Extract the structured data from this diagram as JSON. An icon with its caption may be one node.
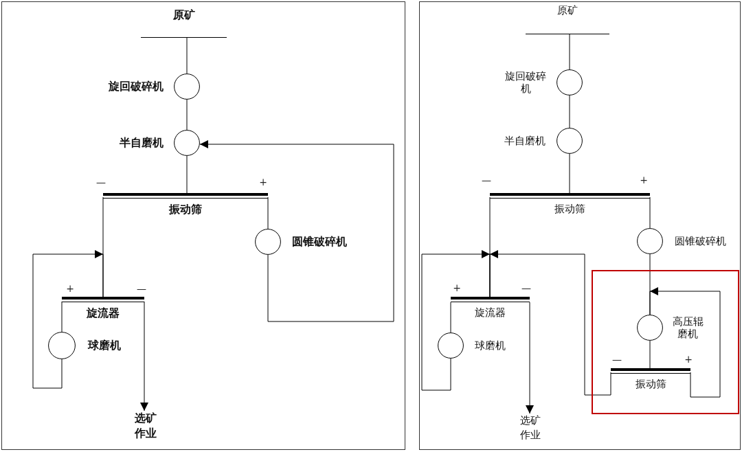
{
  "diagram": {
    "nodes": [
      {
        "text": [],
        "shape": "box"
      },
      {
        "text": [
          "原矿"
        ],
        "in": 0
      },
      {
        "text": [
          "旋回破碎机"
        ],
        "in": 0
      },
      {
        "text": [
          "半自磨机"
        ],
        "in": 0
      },
      {
        "text": [
          "振动筛"
        ],
        "beside": [
          "—",
          "+"
        ],
        "in": 0
      },
      {
        "text": [
          "圆锥破碎机"
        ],
        "in": 0
      },
      {
        "text": [
          "旋流器"
        ],
        "beside": [
          "+",
          "—"
        ],
        "in": 0
      },
      {
        "text": [
          "球磨机"
        ],
        "in": 0
      },
      {
        "text": [
          "选矿作业"
        ],
        "in": 0
      },
      {
        "text": [],
        "shape": "box"
      },
      {
        "text": [
          "原矿"
        ],
        "in": 9
      },
      {
        "text": [
          "旋回破碎机"
        ],
        "in": 9
      },
      {
        "text": [
          "半自磨机"
        ],
        "in": 9
      },
      {
        "text": [
          "振动筛"
        ],
        "beside": [
          "—",
          "+"
        ],
        "in": 9
      },
      {
        "text": [
          "圆锥破碎机"
        ],
        "in": 9
      },
      {
        "text": [
          "旋流器"
        ],
        "beside": [
          "+",
          "—"
        ],
        "in": 9
      },
      {
        "text": [
          "球磨机"
        ],
        "in": 9
      },
      {
        "text": [
          "选矿作业"
        ],
        "in": 9
      },
      {
        "text": [],
        "shape": "box",
        "in": 9
      },
      {
        "text": [
          "高压辊磨机"
        ],
        "in": 18
      },
      {
        "text": [
          "振动筛"
        ],
        "beside": [
          "—",
          "+"
        ],
        "in": 18
      }
    ],
    "edges": [
      {
        "from": 1,
        "to": 2,
        "arrow": "none"
      },
      {
        "from": 2,
        "to": 3,
        "arrow": "none"
      },
      {
        "from": 3,
        "to": 4,
        "arrow": "none"
      },
      {
        "from": 4,
        "to": 5,
        "arrow": "none"
      },
      {
        "from": 5,
        "to": 3,
        "arrow": "to"
      },
      {
        "from": 4,
        "to": 6,
        "arrow": "none"
      },
      {
        "from": 7,
        "to": 6,
        "arrow": "to"
      },
      {
        "from": 6,
        "to": 7,
        "arrow": "none"
      },
      {
        "from": 6,
        "to": 8,
        "arrow": "to"
      },
      {
        "from": 10,
        "to": 11,
        "arrow": "none"
      },
      {
        "from": 11,
        "to": 12,
        "arrow": "none"
      },
      {
        "from": 12,
        "to": 13,
        "arrow": "none"
      },
      {
        "from": 13,
        "to": 14,
        "arrow": "none"
      },
      {
        "from": 14,
        "to": 19,
        "arrow": "none"
      },
      {
        "from": 19,
        "to": 20,
        "arrow": "none"
      },
      {
        "from": 20,
        "to": 19,
        "arrow": "to"
      },
      {
        "from": 20,
        "to": 15,
        "arrow": "to"
      },
      {
        "from": 13,
        "to": 15,
        "arrow": "none"
      },
      {
        "from": 16,
        "to": 15,
        "arrow": "to"
      },
      {
        "from": 15,
        "to": 16,
        "arrow": "none"
      },
      {
        "from": 15,
        "to": 17,
        "arrow": "to"
      }
    ]
  }
}
